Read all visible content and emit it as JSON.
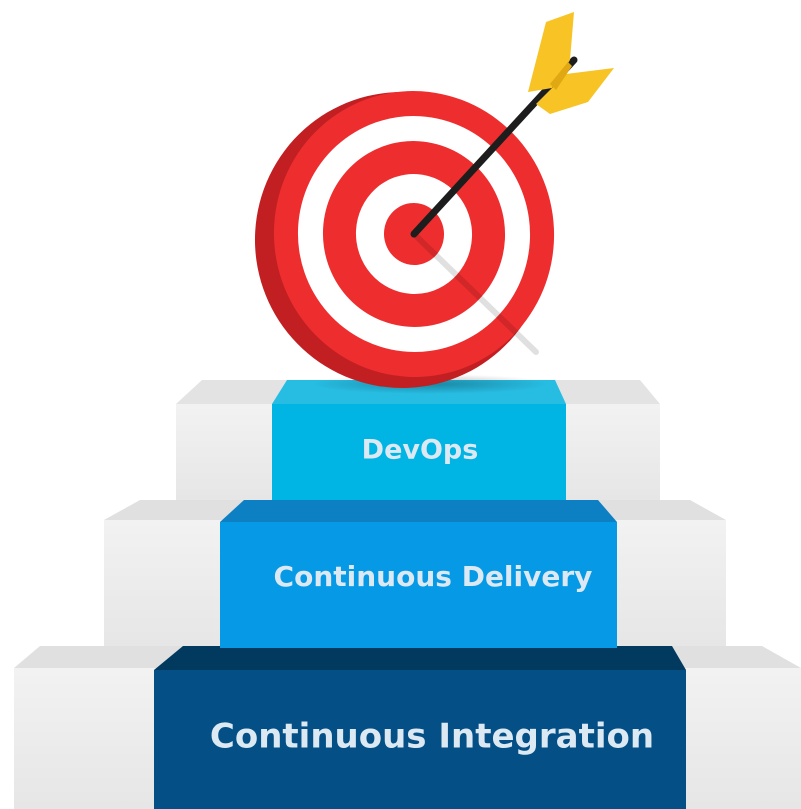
{
  "steps": [
    {
      "label": "DevOps",
      "color": "#00b4e3",
      "top_color": "#27bde3"
    },
    {
      "label": "Continuous Delivery",
      "color": "#0599e6",
      "top_color": "#0d80c4"
    },
    {
      "label": "Continuous Integration",
      "color": "#034f86",
      "top_color": "#02395e"
    }
  ],
  "label_color": "#dce9f2",
  "target_colors": {
    "red": "#ee2d2e",
    "white": "#ffffff",
    "shadow": "#c21f22"
  },
  "arrow_colors": {
    "shaft": "#1d1d1d",
    "fletching": "#f7c325"
  },
  "stair_colors": {
    "face": "#ececec",
    "top": "#dedede",
    "side": "#f5f5f5"
  }
}
